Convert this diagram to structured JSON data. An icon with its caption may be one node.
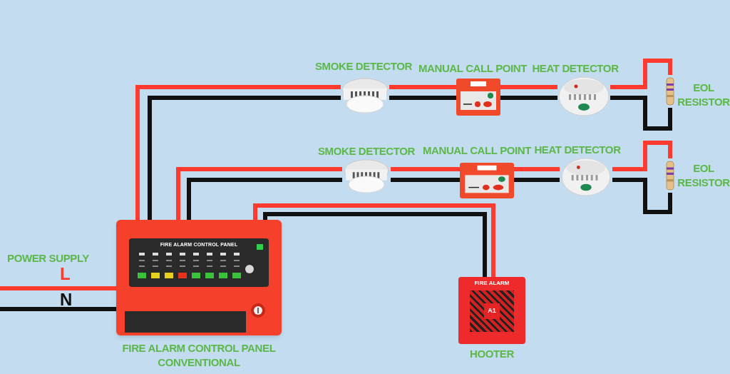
{
  "diagram": {
    "nodes": [
      {
        "text": [
          "FIRE ALARM CONTROL PANEL"
        ],
        "beside": [
          "FIRE ALARM CONTROL PANEL CONVENTIONAL"
        ]
      },
      {
        "text": [],
        "shape": "picture",
        "beside": [
          "SMOKE DETECTOR"
        ]
      },
      {
        "text": [],
        "shape": "picture",
        "beside": [
          "MANUAL CALL POINT"
        ]
      },
      {
        "text": [],
        "shape": "picture",
        "beside": [
          "HEAT DETECTOR"
        ]
      },
      {
        "text": [],
        "shape": "picture",
        "beside": [
          "EOL RESISTOR"
        ]
      },
      {
        "text": [],
        "shape": "picture",
        "beside": [
          "SMOKE DETECTOR"
        ]
      },
      {
        "text": [],
        "shape": "picture",
        "beside": [
          "MANUAL CALL POINT"
        ]
      },
      {
        "text": [],
        "shape": "picture",
        "beside": [
          "HEAT DETECTOR"
        ]
      },
      {
        "text": [],
        "shape": "picture",
        "beside": [
          "EOL RESISTOR"
        ]
      },
      {
        "text": [
          "FIRE ALARM",
          "A1"
        ],
        "beside": [
          "HOOTER"
        ]
      }
    ],
    "edges": [
      {
        "from": 0,
        "to": 1,
        "arrow": "none",
        "color": "#ff3b2f"
      },
      {
        "from": 0,
        "to": 1,
        "arrow": "none",
        "color": "#111111"
      },
      {
        "from": 1,
        "to": 2,
        "arrow": "none",
        "color": "#ff3b2f"
      },
      {
        "from": 1,
        "to": 2,
        "arrow": "none",
        "color": "#111111"
      },
      {
        "from": 2,
        "to": 3,
        "arrow": "none",
        "color": "#ff3b2f"
      },
      {
        "from": 2,
        "to": 3,
        "arrow": "none",
        "color": "#111111"
      },
      {
        "from": 3,
        "to": 4,
        "arrow": "none",
        "color": "#ff3b2f"
      },
      {
        "from": 3,
        "to": 4,
        "arrow": "none",
        "color": "#111111"
      },
      {
        "from": 0,
        "to": 5,
        "arrow": "none",
        "color": "#ff3b2f"
      },
      {
        "from": 0,
        "to": 5,
        "arrow": "none",
        "color": "#111111"
      },
      {
        "from": 5,
        "to": 6,
        "arrow": "none",
        "color": "#ff3b2f"
      },
      {
        "from": 5,
        "to": 6,
        "arrow": "none",
        "color": "#111111"
      },
      {
        "from": 6,
        "to": 7,
        "arrow": "none",
        "color": "#ff3b2f"
      },
      {
        "from": 6,
        "to": 7,
        "arrow": "none",
        "color": "#111111"
      },
      {
        "from": 7,
        "to": 8,
        "arrow": "none",
        "color": "#ff3b2f"
      },
      {
        "from": 7,
        "to": 8,
        "arrow": "none",
        "color": "#111111"
      },
      {
        "from": 0,
        "to": 9,
        "arrow": "none",
        "color": "#ff3b2f"
      },
      {
        "from": 0,
        "to": 9,
        "arrow": "none",
        "color": "#111111"
      },
      {
        "from": null,
        "to": 0,
        "arrow": "none",
        "color": "#ff3b2f",
        "label": "L"
      },
      {
        "from": null,
        "to": 0,
        "arrow": "none",
        "color": "#111111",
        "label": "N"
      }
    ],
    "labels": [
      "POWER SUPPLY"
    ]
  }
}
